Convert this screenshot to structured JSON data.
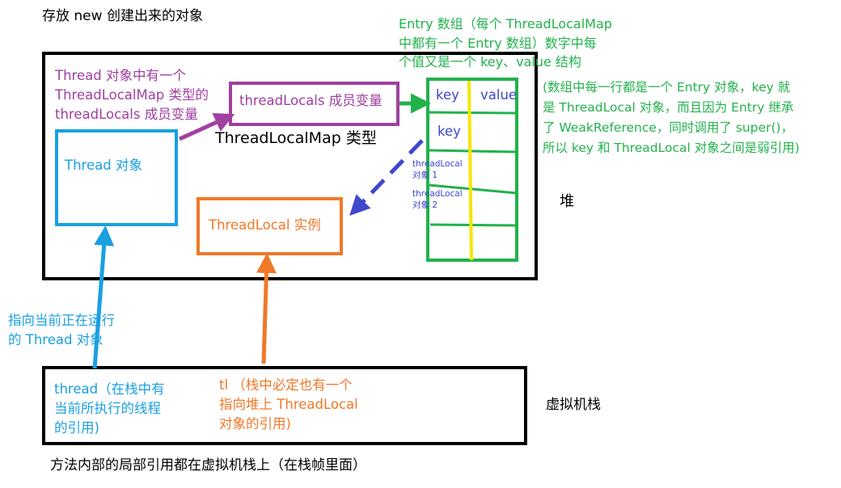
{
  "captions": {
    "top": "存放 new 创建出来的对象",
    "bottom": "方法内部的局部引用都在虚拟机栈上（在栈帧里面）",
    "heap": "堆",
    "vm_stack": "虚拟机栈"
  },
  "thread_note": {
    "line1": "Thread 对象中有一个",
    "line2": "ThreadLocalMap 类型的",
    "line3": "threadLocals 成员变量"
  },
  "threadlocals_box": "threadLocals 成员变量",
  "threadlocalmap_type": "ThreadLocalMap 类型",
  "thread_object": "Thread 对象",
  "threadlocal_instance": "ThreadLocal 实例",
  "entry_note": {
    "line1": "Entry 数组（每个 ThreadLocalMap",
    "line2": "中都有一个 Entry 数组）数字中每",
    "line3": "个值又是一个 key、value 结构",
    "line4": "(数组中每一行都是一个 Entry 对象，key 就",
    "line5": "是 ThreadLocal 对象，而且因为 Entry 继承",
    "line6": "了 WeakReference，同时调用了 super()，",
    "line7": "所以 key 和 ThreadLocal 对象之间是弱引用)"
  },
  "entry_table": {
    "header_key": "key",
    "header_value": "value",
    "row_key": "key",
    "row1_line1": "threadLocal",
    "row1_line2": "对象 1",
    "row2_line1": "threadLocal",
    "row2_line2": "对象 2"
  },
  "current_thread_note": {
    "line1": "指向当前正在运行",
    "line2": "的 Thread 对象"
  },
  "thread_ref": {
    "line1": "thread（在栈中有",
    "line2": "当前所执行的线程",
    "line3": "的引用)"
  },
  "tl_ref": {
    "line1": "tl （栈中必定也有一个",
    "line2": "指向堆上 ThreadLocal",
    "line3": "对象的引用)"
  },
  "colors": {
    "heap_border": "#000000",
    "threadlocals": "#a040a0",
    "entry": "#22b24c",
    "thread": "#1aa0e0",
    "threadlocal": "#f07828",
    "weak_ref": "#3f48cc",
    "divider": "#f5e600"
  }
}
